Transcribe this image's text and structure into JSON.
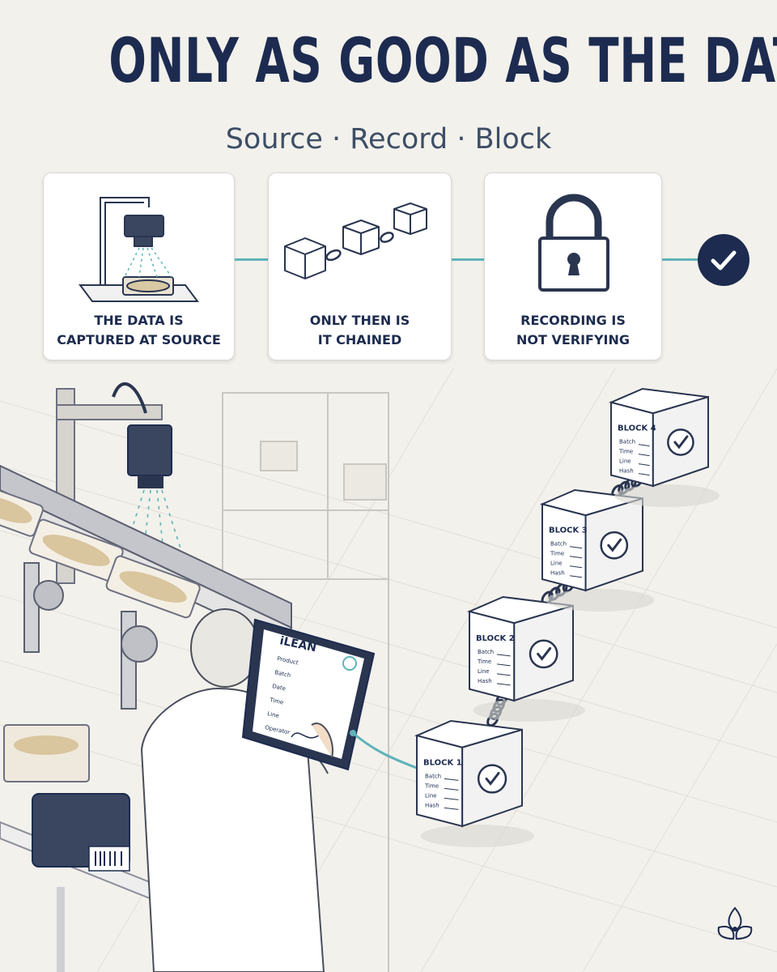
{
  "title": "ONLY AS GOOD AS THE DATA",
  "subtitle": "Source · Record · Block",
  "steps": [
    {
      "label": "THE DATA IS\nCAPTURED AT SOURCE",
      "icon": "camera-scanner-icon"
    },
    {
      "label": "ONLY THEN IS\nIT CHAINED",
      "icon": "chained-blocks-icon"
    },
    {
      "label": "RECORDING IS\nNOT VERIFYING",
      "icon": "padlock-icon"
    }
  ],
  "final_icon": "checkmark-icon",
  "tablet": {
    "brand": "iLEAN",
    "fields": [
      "Product",
      "Batch",
      "Date",
      "Time",
      "Line",
      "Operator"
    ]
  },
  "blocks": [
    {
      "title": "BLOCK 1",
      "fields": [
        "Batch",
        "Time",
        "Line",
        "Hash"
      ]
    },
    {
      "title": "BLOCK 2",
      "fields": [
        "Batch",
        "Time",
        "Line",
        "Hash"
      ]
    },
    {
      "title": "BLOCK 3",
      "fields": [
        "Batch",
        "Time",
        "Line",
        "Hash"
      ]
    },
    {
      "title": "BLOCK 4",
      "fields": [
        "Batch",
        "Time",
        "Line",
        "Hash"
      ]
    }
  ],
  "colors": {
    "navy": "#1c2b4f",
    "teal": "#5fb3b8",
    "background": "#f3f1ec"
  },
  "logo_icon": "flower-logo-icon"
}
